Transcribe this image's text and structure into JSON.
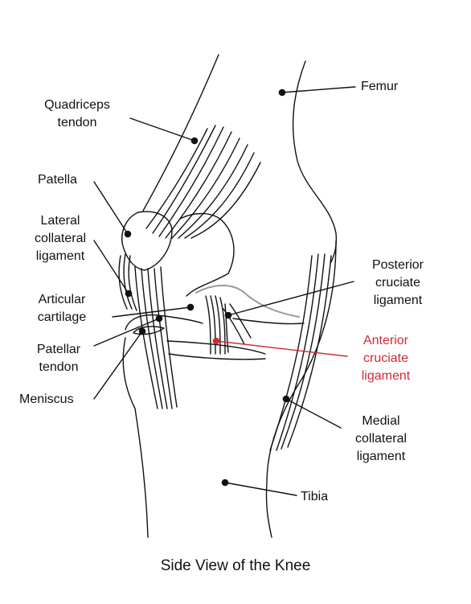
{
  "caption": "Side View of the Knee",
  "colors": {
    "outline": "#111111",
    "highlight": "#cc2a36",
    "cartilage": "#9a9a9a"
  },
  "labels": {
    "femur": "Femur",
    "quadriceps_tendon": "Quadriceps\ntendon",
    "patella": "Patella",
    "lateral_collateral_ligament": "Lateral\ncollateral\nligament",
    "articular_cartilage": "Articular\ncartilage",
    "patellar_tendon": "Patellar\ntendon",
    "meniscus": "Meniscus",
    "posterior_cruciate_ligament": "Posterior\ncruciate\nligament",
    "anterior_cruciate_ligament": "Anterior\ncruciate\nligament",
    "medial_collateral_ligament": "Medial\ncollateral\nligament",
    "tibia": "Tibia"
  }
}
